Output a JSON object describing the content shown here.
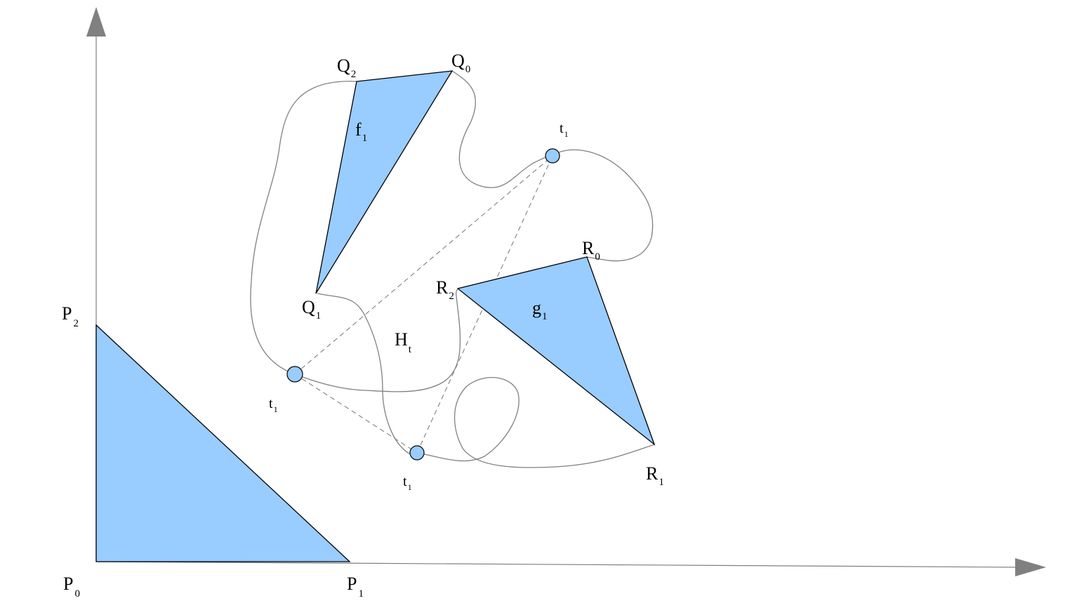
{
  "labels": {
    "p0": {
      "base": "P",
      "sub": "0"
    },
    "p1": {
      "base": "P",
      "sub": "1"
    },
    "p2": {
      "base": "P",
      "sub": "2"
    },
    "q0": {
      "base": "Q",
      "sub": "0"
    },
    "q1": {
      "base": "Q",
      "sub": "1"
    },
    "q2": {
      "base": "Q",
      "sub": "2"
    },
    "r0": {
      "base": "R",
      "sub": "0"
    },
    "r1": {
      "base": "R",
      "sub": "1"
    },
    "r2": {
      "base": "R",
      "sub": "2"
    },
    "f1": {
      "base": "f",
      "sub": "1"
    },
    "g1": {
      "base": "g",
      "sub": "1"
    },
    "ht": {
      "base": "H",
      "sub": "t"
    },
    "t_top": {
      "base": "t",
      "sub": "1"
    },
    "t_left": {
      "base": "t",
      "sub": "1"
    },
    "t_bottom": {
      "base": "t",
      "sub": "1"
    }
  },
  "colors": {
    "fill": "#99ccff",
    "stroke": "#000000",
    "curve": "#808080",
    "axis": "#808080"
  }
}
